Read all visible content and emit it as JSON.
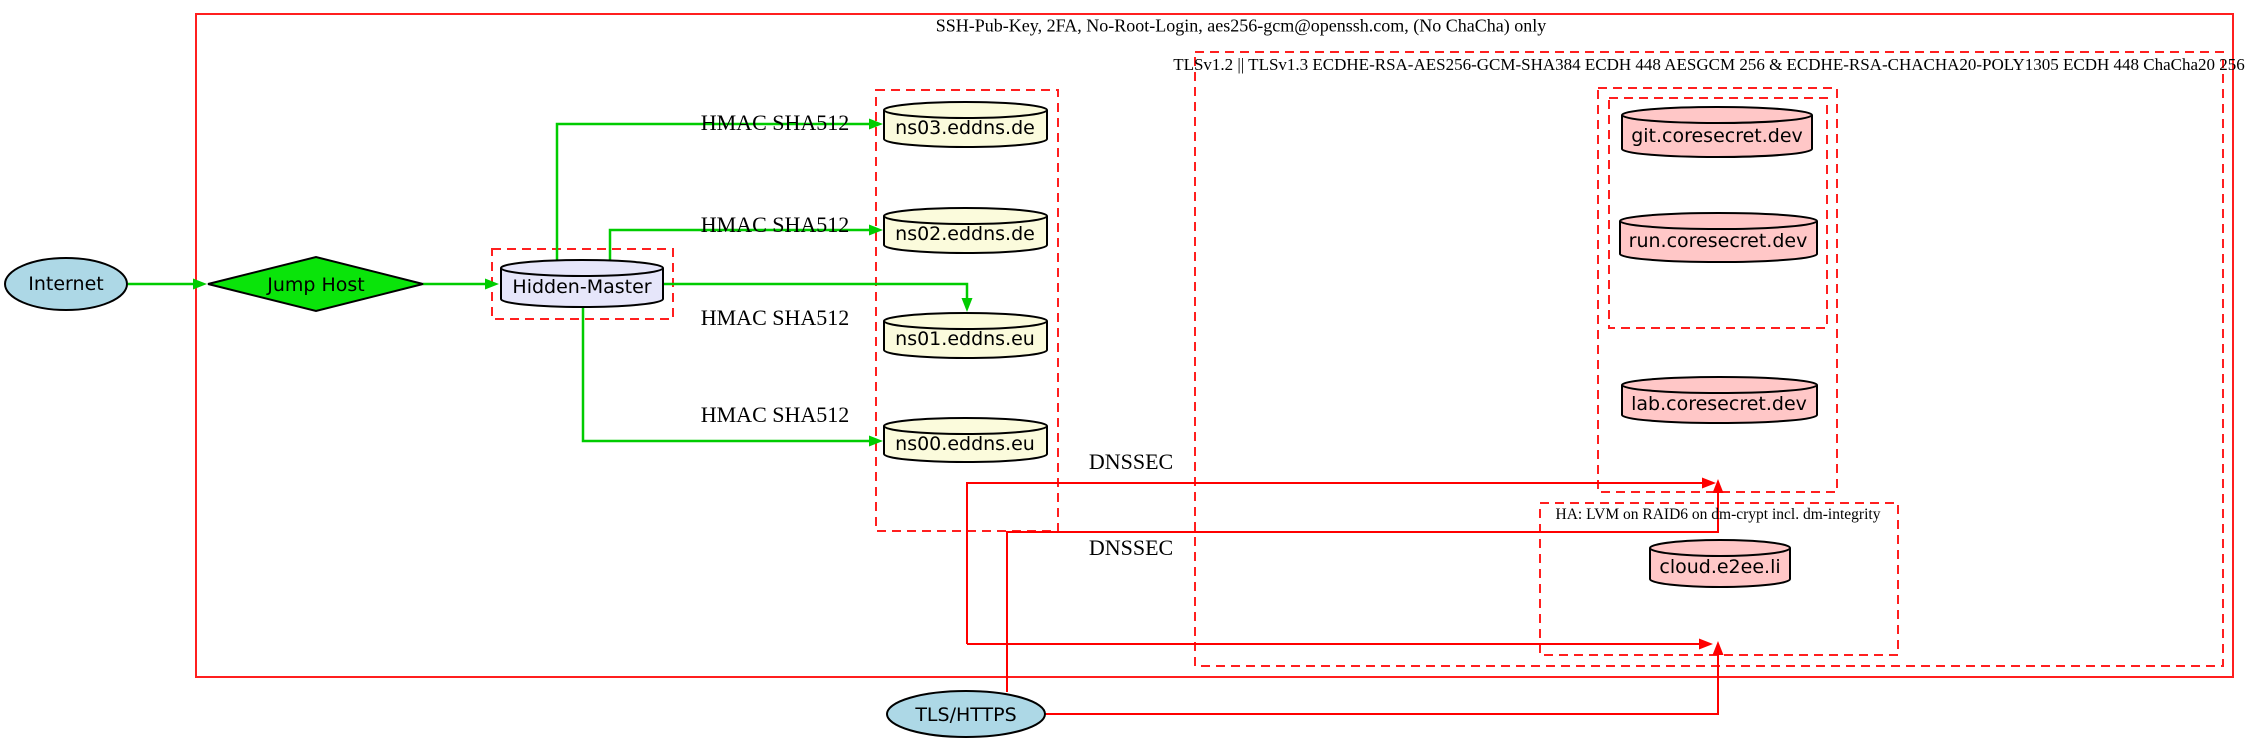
{
  "diagram": {
    "clusters": {
      "ssh": {
        "label": "SSH-Pub-Key, 2FA, No-Root-Login, aes256-gcm@openssh.com, (No ChaCha) only"
      },
      "tls": {
        "label": "TLSv1.2 || TLSv1.3 ECDHE-RSA-AES256-GCM-SHA384 ECDH 448 AESGCM 256 & ECDHE-RSA-CHACHA20-POLY1305 ECDH 448 ChaCha20 256"
      },
      "ha": {
        "label": "HA: LVM on RAID6 on dm-crypt incl. dm-integrity"
      }
    },
    "nodes": {
      "internet": {
        "label": "Internet"
      },
      "jump_host": {
        "label": "Jump Host"
      },
      "hidden_master": {
        "label": "Hidden-Master"
      },
      "ns03": {
        "label": "ns03.eddns.de"
      },
      "ns02": {
        "label": "ns02.eddns.de"
      },
      "ns01": {
        "label": "ns01.eddns.eu"
      },
      "ns00": {
        "label": "ns00.eddns.eu"
      },
      "git": {
        "label": "git.coresecret.dev"
      },
      "run": {
        "label": "run.coresecret.dev"
      },
      "lab": {
        "label": "lab.coresecret.dev"
      },
      "cloud": {
        "label": "cloud.e2ee.li"
      },
      "tls_https": {
        "label": "TLS/HTTPS"
      }
    },
    "edge_labels": {
      "hmac_ns03": "HMAC SHA512",
      "hmac_ns02": "HMAC SHA512",
      "hmac_ns01": "HMAC SHA512",
      "hmac_ns00": "HMAC SHA512",
      "dnssec_coresecret": "DNSSEC",
      "dnssec_ha": "DNSSEC"
    },
    "colors": {
      "cluster_red": "#ff1f1f",
      "edge_green": "#00cc00",
      "edge_red": "#ff0000",
      "fill_green": "#0ae40a",
      "fill_lightblue": "#add8e6",
      "fill_lavender": "#e6e6fa",
      "fill_lightyellow": "#fbfbdc",
      "fill_pink": "#ffc7c7"
    }
  }
}
